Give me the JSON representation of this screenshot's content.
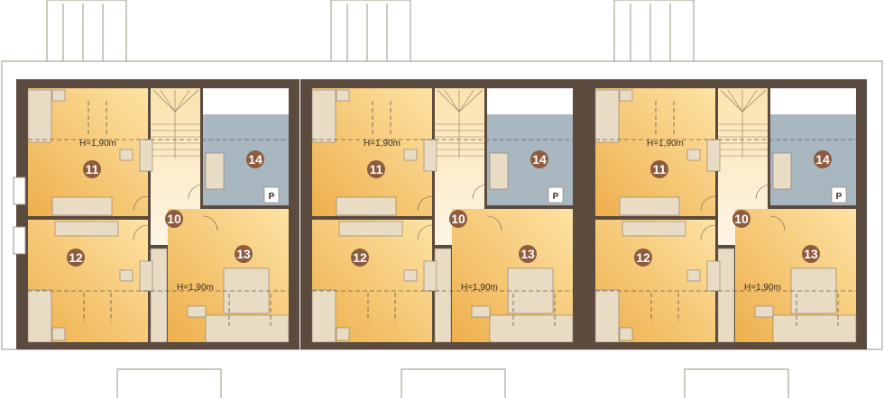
{
  "plan": {
    "colors": {
      "wall": "#5b4a3e",
      "room_light": "#fde3a4",
      "room_dark": "#eeaf4c",
      "bathroom": "#a9b7c1",
      "hall": "#fbf0d6",
      "furniture": "#e9dcc5",
      "label_badge": "#8d5b3e"
    },
    "units": [
      {
        "rooms": {
          "hall": "10",
          "bedroom_top": "11",
          "bedroom_bottom": "12",
          "bedroom_main": "13",
          "bathroom": "14"
        },
        "heights": [
          "H=1,90m",
          "H=1,90m"
        ],
        "bathroom_sign": "P"
      },
      {
        "rooms": {
          "hall": "10",
          "bedroom_top": "11",
          "bedroom_bottom": "12",
          "bedroom_main": "13",
          "bathroom": "14"
        },
        "heights": [
          "H=1,90m",
          "H=1,90m"
        ],
        "bathroom_sign": "P"
      },
      {
        "rooms": {
          "hall": "10",
          "bedroom_top": "11",
          "bedroom_bottom": "12",
          "bedroom_main": "13",
          "bathroom": "14"
        },
        "heights": [
          "H=1,90m",
          "H=1,90m"
        ],
        "bathroom_sign": "P"
      }
    ]
  }
}
